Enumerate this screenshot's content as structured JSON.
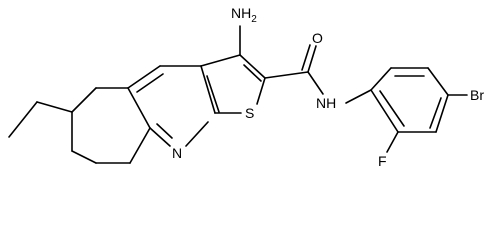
{
  "molecule": {
    "labels": {
      "amine": "NH",
      "amine_sub": "2",
      "carbonyl_oxygen": "O",
      "amide_nh": "NH",
      "ring_nitrogen": "N",
      "thiophene_sulfur": "S",
      "bromine": "Br",
      "fluorine": "F"
    }
  }
}
